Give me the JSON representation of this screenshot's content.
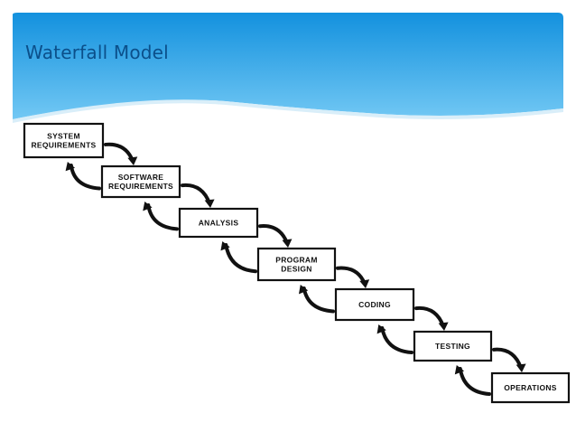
{
  "slide": {
    "title": "Waterfall Model",
    "colors": {
      "header_top": "#1493df",
      "header_bottom": "#6cc6f3",
      "title": "#0b4f8a",
      "ink": "#111111"
    }
  },
  "phases": [
    {
      "id": "system-requirements",
      "lines": [
        "SYSTEM",
        "REQUIREMENTS"
      ]
    },
    {
      "id": "software-requirements",
      "lines": [
        "SOFTWARE",
        "REQUIREMENTS"
      ]
    },
    {
      "id": "analysis",
      "lines": [
        "ANALYSIS"
      ]
    },
    {
      "id": "program-design",
      "lines": [
        "PROGRAM",
        "DESIGN"
      ]
    },
    {
      "id": "coding",
      "lines": [
        "CODING"
      ]
    },
    {
      "id": "testing",
      "lines": [
        "TESTING"
      ]
    },
    {
      "id": "operations",
      "lines": [
        "OPERATIONS"
      ]
    }
  ]
}
